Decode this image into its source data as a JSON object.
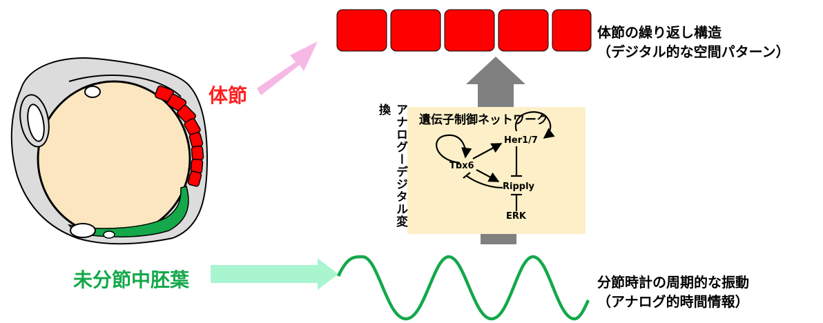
{
  "labels": {
    "somite": "体節",
    "psm": "未分節中胚葉",
    "somite_structure_title": "体節の繰り返し構造",
    "somite_structure_subtitle": "（デジタル的な空間パターン）",
    "oscillation_title": "分節時計の周期的な振動",
    "oscillation_subtitle": "（アナログ的時間情報）",
    "conversion": "アナログーデジタル変換",
    "network_title": "遺伝子制御ネットワーク"
  },
  "network_nodes": {
    "her": "Her1/7",
    "tbx6": "Tbx6",
    "ripply": "Ripply",
    "erk": "ERK"
  },
  "colors": {
    "somite_red": "#ff0000",
    "psm_green": "#14a84a",
    "psm_arrow": "#a9f5d0",
    "somite_arrow": "#f7b8e6",
    "grn_bg": "#fdf0c8",
    "grey_arrow": "#808080"
  }
}
